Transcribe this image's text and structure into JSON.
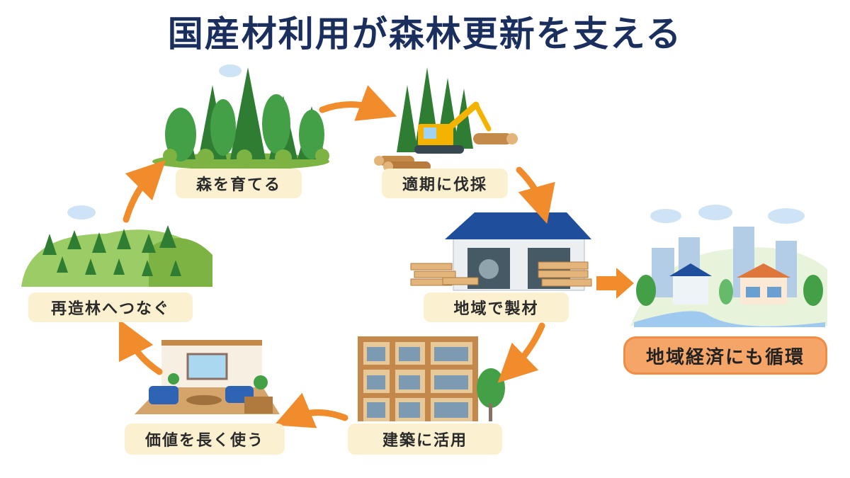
{
  "title": "国産材利用が森林更新を支える",
  "steps": [
    {
      "label": "森を育てる"
    },
    {
      "label": "適期に伐採"
    },
    {
      "label": "地域で製材"
    },
    {
      "label": "建築に活用"
    },
    {
      "label": "価値を長く使う"
    },
    {
      "label": "再造林へつなぐ"
    }
  ],
  "outcome": {
    "label": "地域経済にも循環"
  },
  "colors": {
    "title": "#1b2f5e",
    "arrow": "#f08c2c",
    "label_bg": "#fbf0cf",
    "outcome_bg": "#f6a569"
  }
}
